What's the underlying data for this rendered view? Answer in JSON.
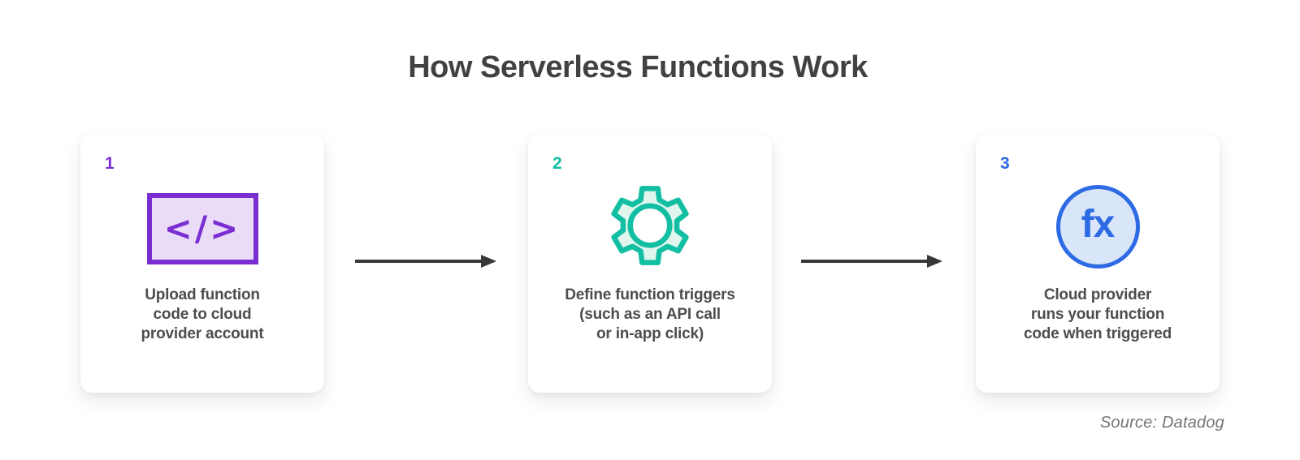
{
  "title": "How Serverless Functions Work",
  "source_credit": "Source: Datadog",
  "colors": {
    "step1_accent": "#7a2ed2",
    "step1_fill": "#eadbf7",
    "step2_accent": "#12bfa2",
    "step2_fill": "#e0f5ee",
    "step3_accent": "#2d6be4",
    "step3_fill": "#d9e5f9",
    "title_text": "#414141",
    "body_text": "#4d4d4d",
    "arrow": "#383838",
    "card_background": "#ffffff"
  },
  "steps": [
    {
      "number": "1",
      "icon": "code-icon",
      "icon_glyph": "</>",
      "label": "Upload function\ncode to cloud\nprovider account"
    },
    {
      "number": "2",
      "icon": "gear-icon",
      "icon_glyph": "",
      "label": "Define function triggers\n(such as an API call\nor in-app click)"
    },
    {
      "number": "3",
      "icon": "fx-icon",
      "icon_glyph": "fx",
      "label": "Cloud provider\nruns your function\ncode when triggered"
    }
  ]
}
